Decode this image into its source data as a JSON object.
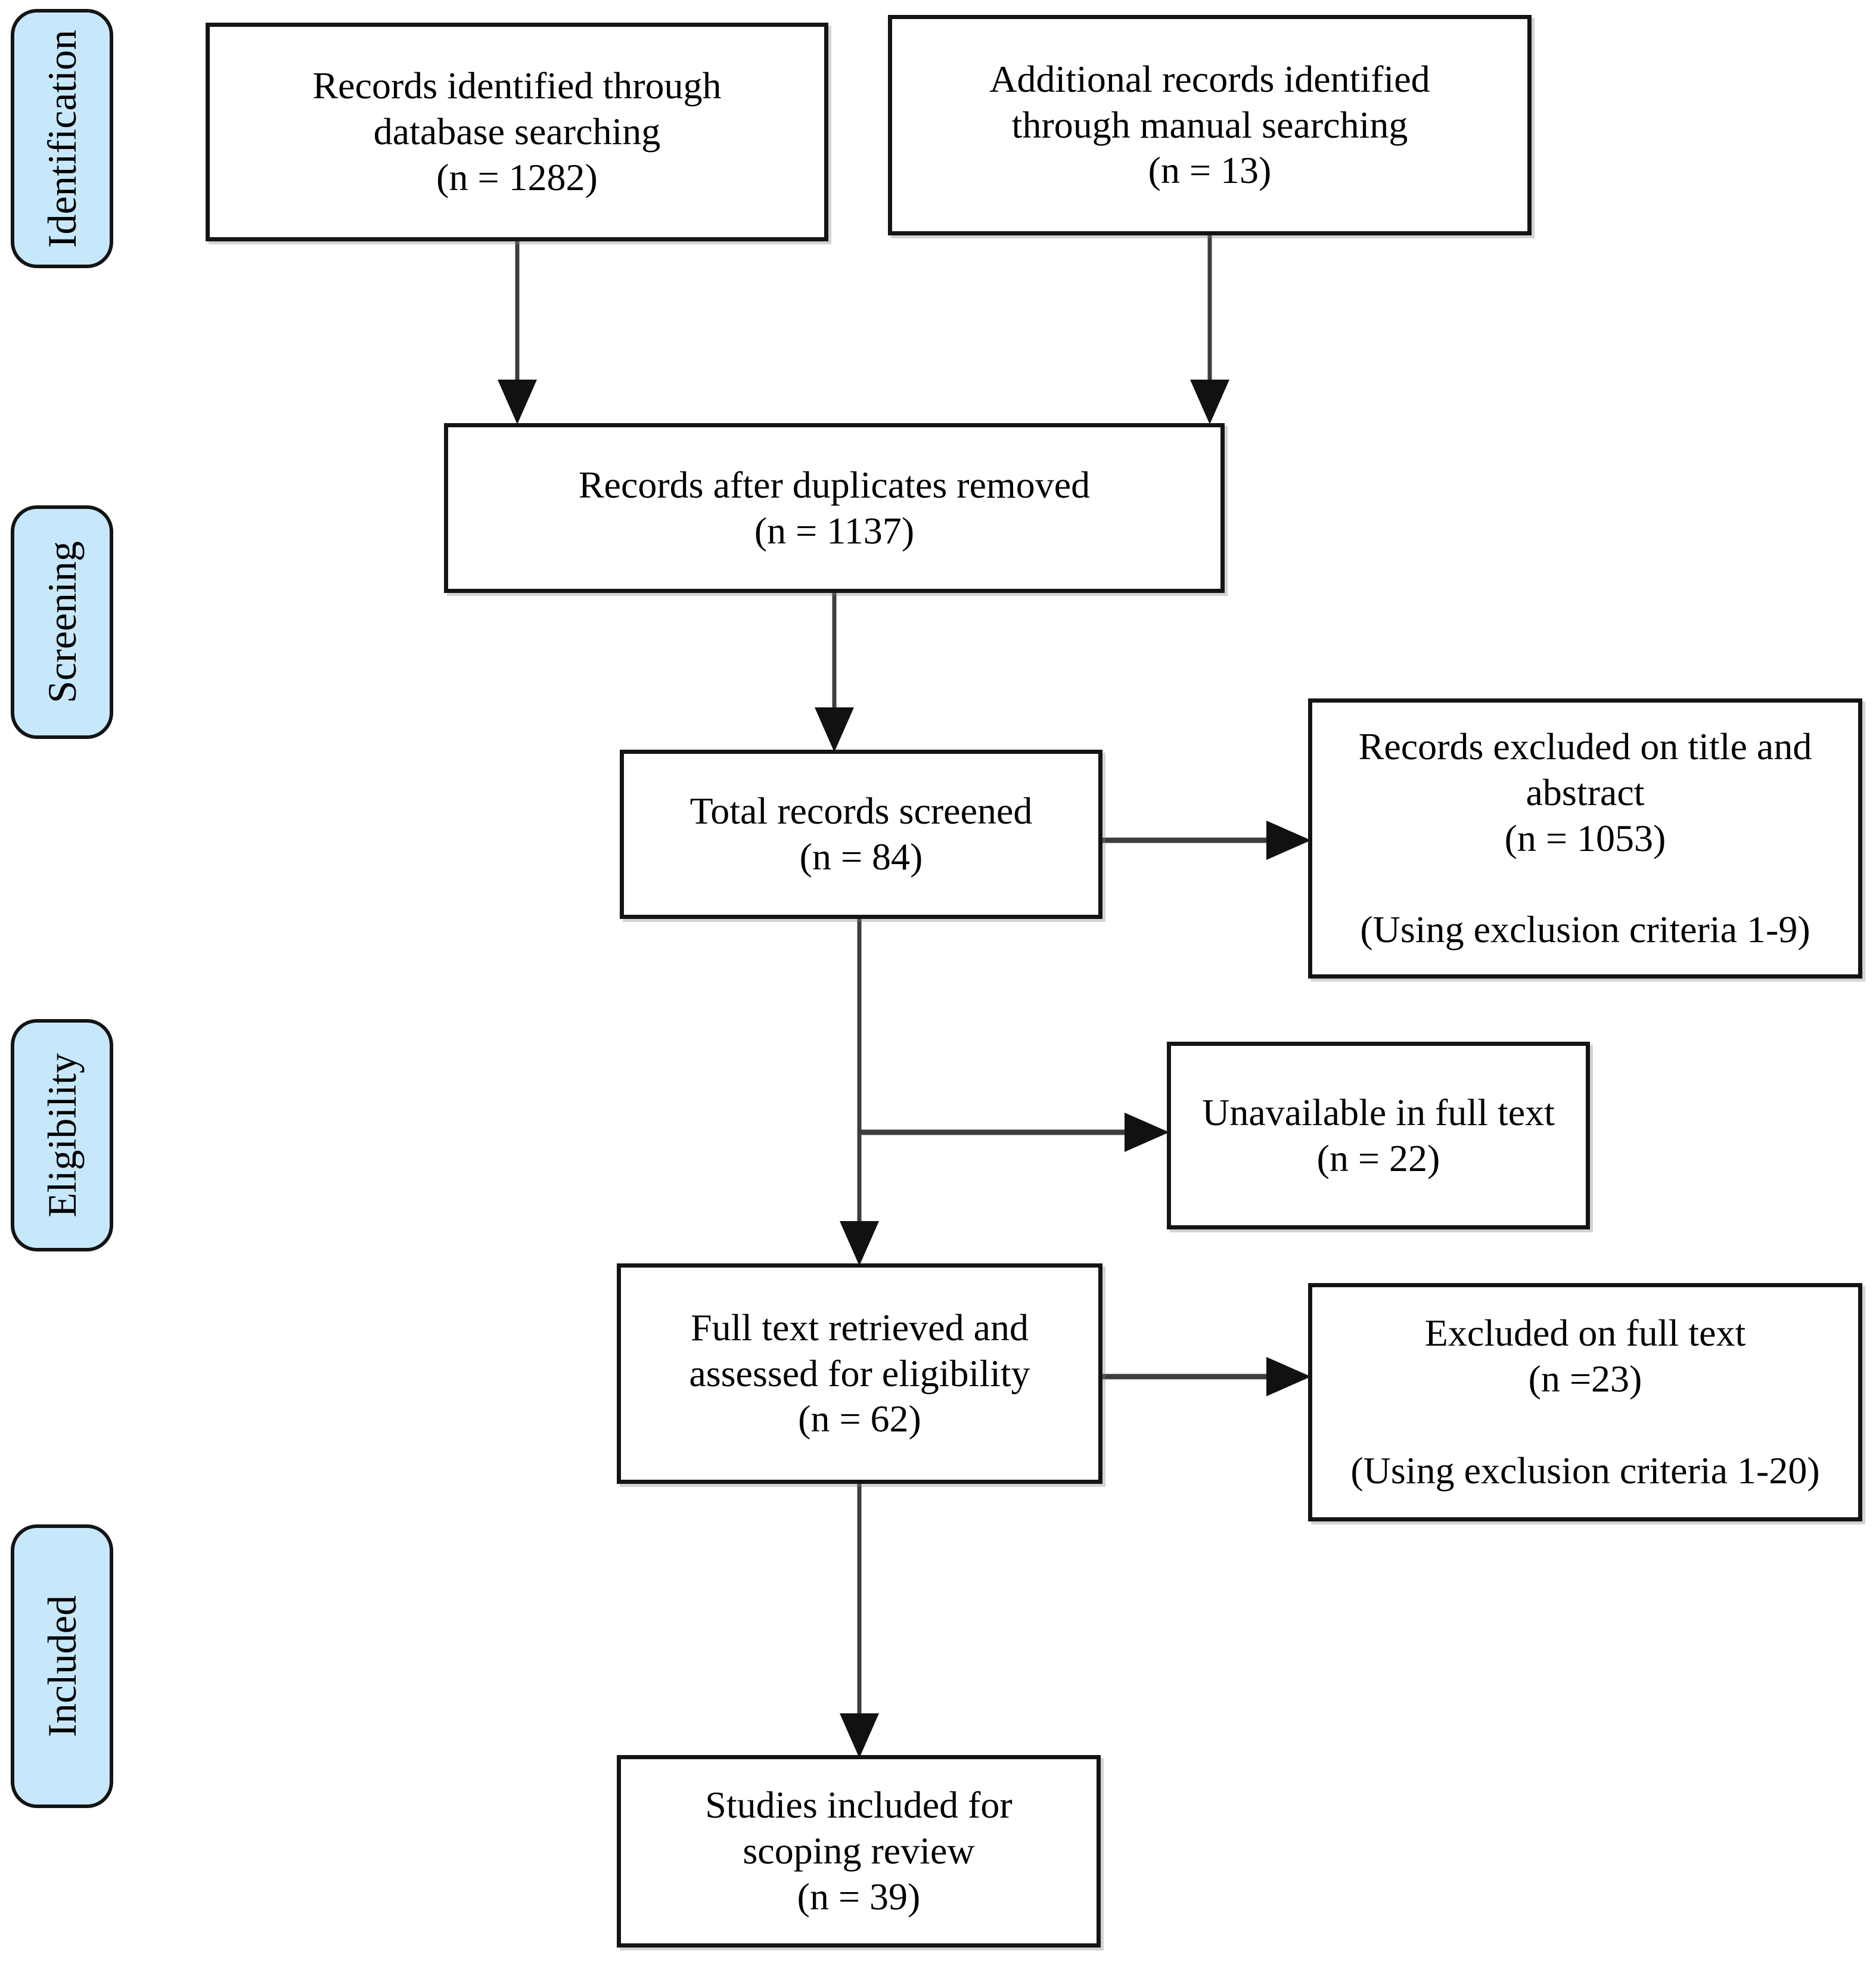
{
  "diagram": {
    "title": "PRISMA-style study selection flow diagram",
    "stages": [
      {
        "id": "identification",
        "label": "Identification"
      },
      {
        "id": "screening",
        "label": "Screening"
      },
      {
        "id": "eligibility",
        "label": "Eligibility"
      },
      {
        "id": "included",
        "label": "Included"
      }
    ],
    "boxes": {
      "records_db": {
        "text": "Records identified through\ndatabase searching\n(n = 1282)",
        "n": 1282
      },
      "records_manual": {
        "text": "Additional records identified\nthrough manual searching\n(n = 13)",
        "n": 13
      },
      "duplicates_removed": {
        "text": "Records after duplicates removed\n(n = 1137)",
        "n": 1137
      },
      "total_screened": {
        "text": "Total records screened\n(n = 84)",
        "n": 84
      },
      "excluded_title_abstract": {
        "text": "Records excluded on title and\nabstract\n(n = 1053)\n\n(Using exclusion criteria 1-9)",
        "n": 1053
      },
      "unavailable_fulltext": {
        "text": "Unavailable in full text\n(n = 22)",
        "n": 22
      },
      "fulltext_assessed": {
        "text": "Full text retrieved and\nassessed for eligibility\n(n = 62)",
        "n": 62
      },
      "excluded_fulltext": {
        "text": "Excluded on full text\n(n =23)\n\n(Using exclusion criteria 1-20)",
        "n": 23
      },
      "included_review": {
        "text": "Studies included for\nscoping review\n(n = 39)",
        "n": 39
      }
    },
    "colors": {
      "stage_fill": "#c7e8fa",
      "box_background": "#ffffff",
      "border": "#141414",
      "arrow_line": "#3d3d3d",
      "arrow_head": "#111111",
      "text": "#000000"
    }
  }
}
